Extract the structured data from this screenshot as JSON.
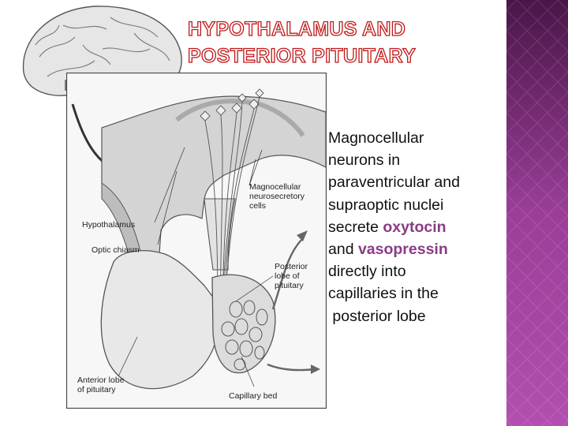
{
  "slide": {
    "title_lines": [
      "HYPOTHALAMUS AND",
      "POSTERIOR PITUITARY"
    ],
    "body": {
      "line1": "Magnocellular",
      "line2": "neurons in",
      "line3": "paraventricular and",
      "line4": "supraoptic nuclei",
      "line5_pre": "secrete ",
      "line5_hl": "oxytocin",
      "line6_pre": "and ",
      "line6_hl": "vasopressin",
      "line7": "directly into",
      "line8": "capillaries in the",
      "line9": " posterior lobe"
    },
    "highlight_color": "#8a3c84",
    "title_color": "#c01818",
    "accent_bar_color": "#7a2a78"
  },
  "figure": {
    "labels": {
      "magnocellular": [
        "Magnocellular",
        "neurosecretory",
        "cells"
      ],
      "hypothalamus": "Hypothalamus",
      "optic_chiasm": "Optic chiasm",
      "posterior_lobe": [
        "Posterior",
        "lobe of",
        "pituitary"
      ],
      "anterior_lobe": [
        "Anterior lobe",
        "of pituitary"
      ],
      "capillary_bed": "Capillary bed"
    }
  }
}
